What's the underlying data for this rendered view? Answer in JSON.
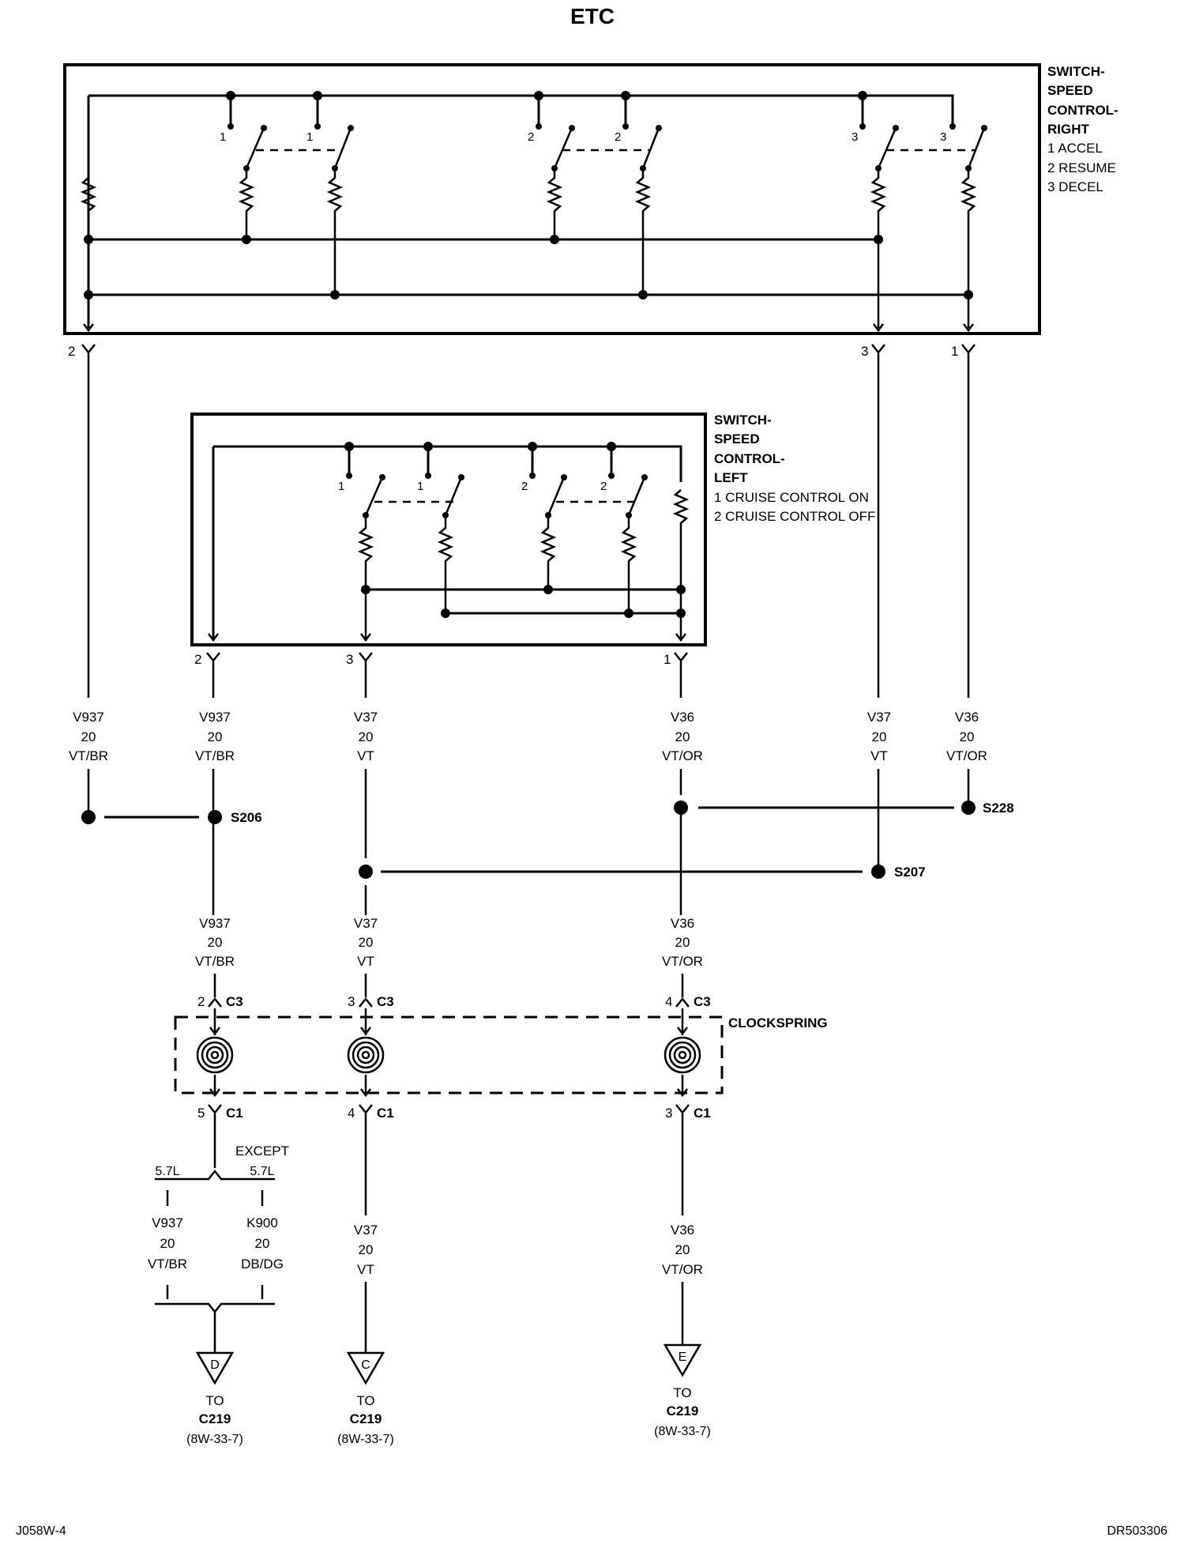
{
  "title": "ETC",
  "footer": {
    "left": "J058W-4",
    "right": "DR503306"
  },
  "right_switch": {
    "lines": [
      "SWITCH-",
      "SPEED",
      "CONTROL-",
      "RIGHT",
      "1 ACCEL",
      "2 RESUME",
      "3 DECEL"
    ],
    "contacts": [
      "1",
      "1",
      "2",
      "2",
      "3",
      "3"
    ],
    "pins": [
      "2",
      "3",
      "1"
    ]
  },
  "left_switch": {
    "lines": [
      "SWITCH-",
      "SPEED",
      "CONTROL-",
      "LEFT",
      "1 CRUISE CONTROL ON",
      "2 CRUISE CONTROL OFF"
    ],
    "contacts": [
      "1",
      "1",
      "2",
      "2"
    ],
    "pins": [
      "2",
      "3",
      "1"
    ]
  },
  "wires_upper": [
    {
      "circuit": "V937",
      "gauge": "20",
      "color": "VT/BR"
    },
    {
      "circuit": "V937",
      "gauge": "20",
      "color": "VT/BR"
    },
    {
      "circuit": "V37",
      "gauge": "20",
      "color": "VT"
    },
    {
      "circuit": "V36",
      "gauge": "20",
      "color": "VT/OR"
    },
    {
      "circuit": "V37",
      "gauge": "20",
      "color": "VT"
    },
    {
      "circuit": "V36",
      "gauge": "20",
      "color": "VT/OR"
    }
  ],
  "splices": [
    "S206",
    "S228",
    "S207"
  ],
  "wires_mid": [
    {
      "circuit": "V937",
      "gauge": "20",
      "color": "VT/BR"
    },
    {
      "circuit": "V37",
      "gauge": "20",
      "color": "VT"
    },
    {
      "circuit": "V36",
      "gauge": "20",
      "color": "VT/OR"
    }
  ],
  "clockspring": {
    "label": "CLOCKSPRING",
    "c3_pins": [
      "2",
      "3",
      "4"
    ],
    "c3_label": "C3",
    "c1_pins": [
      "5",
      "4",
      "3"
    ],
    "c1_label": "C1"
  },
  "options": {
    "left": "5.7L",
    "except": "EXCEPT",
    "right": "5.7L"
  },
  "wires_lower": [
    {
      "circuit": "V937",
      "gauge": "20",
      "color": "VT/BR"
    },
    {
      "circuit": "K900",
      "gauge": "20",
      "color": "DB/DG"
    },
    {
      "circuit": "V37",
      "gauge": "20",
      "color": "VT"
    },
    {
      "circuit": "V36",
      "gauge": "20",
      "color": "VT/OR"
    }
  ],
  "destinations": [
    {
      "letter": "D",
      "to": "TO",
      "connector": "C219",
      "ref": "(8W-33-7)"
    },
    {
      "letter": "C",
      "to": "TO",
      "connector": "C219",
      "ref": "(8W-33-7)"
    },
    {
      "letter": "E",
      "to": "TO",
      "connector": "C219",
      "ref": "(8W-33-7)"
    }
  ]
}
